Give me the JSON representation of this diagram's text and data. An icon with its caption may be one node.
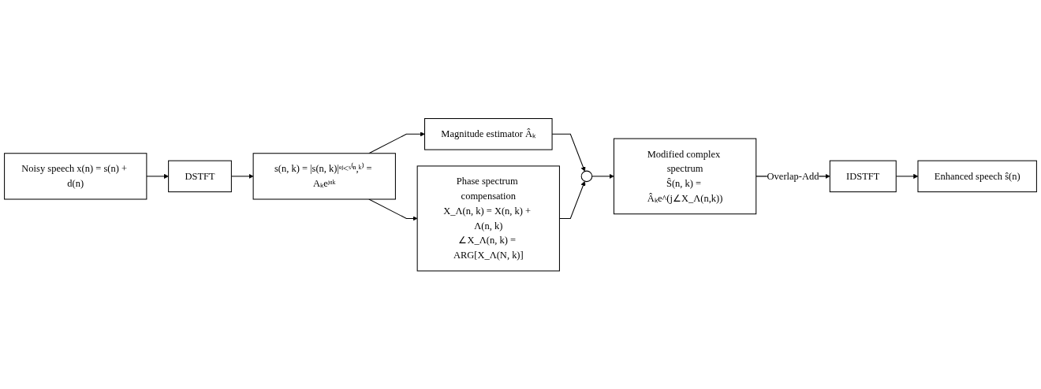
{
  "diagram": {
    "nodes": [
      {
        "text": [
          "Noisy speech x(n) = s(n) + d(n)"
        ]
      },
      {
        "text": [
          "DSTFT"
        ]
      },
      {
        "text": [
          "s(n, k) = |s(n, k)|ᵉʲ˂ˢ⁽ⁿ,ᵏ⁾ = Aₖeʲᵅᵏ"
        ]
      },
      {
        "text": [
          "Magnitude estimator Âₖ"
        ]
      },
      {
        "text": [
          "Phase spectrum compensation",
          "X_Λ(n, k) = X(n, k) + Λ(n, k)",
          "∠X_Λ(n, k) = ARG[X_Λ(N, k)]"
        ]
      },
      {
        "text": [
          "Modified complex spectrum",
          "Ŝ(n, k) = Âₖe^(j∠X_Λ(n,k))"
        ]
      },
      {
        "text": [
          "IDSTFT"
        ]
      },
      {
        "text": [
          "Enhanced speech ŝ(n)"
        ]
      },
      {
        "text": [],
        "shape": "circle"
      }
    ],
    "edges": [
      {
        "from": 0,
        "to": 1,
        "arrow": "to"
      },
      {
        "from": 1,
        "to": 2,
        "arrow": "to"
      },
      {
        "from": 2,
        "to": 3,
        "arrow": "to"
      },
      {
        "from": 2,
        "to": 4,
        "arrow": "to"
      },
      {
        "from": 3,
        "to": 8,
        "arrow": "to"
      },
      {
        "from": 4,
        "to": 8,
        "arrow": "to"
      },
      {
        "from": 8,
        "to": 5,
        "arrow": "to"
      },
      {
        "from": 5,
        "to": 6,
        "arrow": "to",
        "label": "Overlap-Add"
      },
      {
        "from": 6,
        "to": 7,
        "arrow": "to"
      }
    ]
  }
}
